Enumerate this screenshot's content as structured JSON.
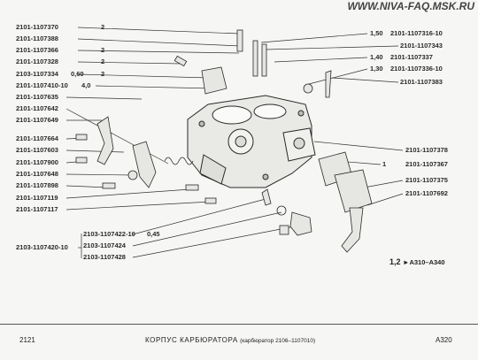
{
  "watermark": "WWW.NIVA-FAQ.MSK.RU",
  "left_labels": [
    {
      "code": "2101-1107370",
      "qty": "2"
    },
    {
      "code": "2101-1107388",
      "qty": ""
    },
    {
      "code": "2101-1107366",
      "qty": "2"
    },
    {
      "code": "2101-1107328",
      "qty": "2"
    },
    {
      "code": "2103-1107334",
      "size": "0,60",
      "qty": "2"
    },
    {
      "code": "2101-1107410-10",
      "size": "4,0",
      "qty": ""
    },
    {
      "code": "2101-1107635",
      "qty": ""
    },
    {
      "code": "2101-1107642",
      "qty": ""
    },
    {
      "code": "2101-1107649",
      "qty": ""
    },
    {
      "code": "2101-1107664",
      "qty": ""
    },
    {
      "code": "2101-1107603",
      "qty": ""
    },
    {
      "code": "2101-1107900",
      "qty": ""
    },
    {
      "code": "2101-1107648",
      "qty": ""
    },
    {
      "code": "2101-1107898",
      "qty": ""
    },
    {
      "code": "2101-1107119",
      "qty": ""
    },
    {
      "code": "2101-1107117",
      "qty": ""
    }
  ],
  "right_labels": [
    {
      "code": "2101-1107316-10",
      "size": "1,50"
    },
    {
      "code": "2101-1107343",
      "size": ""
    },
    {
      "code": "2101-1107337",
      "size": "1,40"
    },
    {
      "code": "2101-1107336-10",
      "size": "1,30"
    },
    {
      "code": "2101-1107383",
      "size": ""
    },
    {
      "code": "2101-1107378",
      "size": ""
    },
    {
      "code": "2101-1107367",
      "size": "",
      "qty": "1"
    },
    {
      "code": "2101-1107375",
      "size": ""
    },
    {
      "code": "2101-1107692",
      "size": ""
    }
  ],
  "bottom_group": {
    "main_code": "2103-1107420-10",
    "items": [
      {
        "code": "2103-1107422-10",
        "size": "0,45"
      },
      {
        "code": "2103-1107424",
        "size": ""
      },
      {
        "code": "2103-1107428",
        "size": ""
      }
    ]
  },
  "reference": {
    "numbers": "1,2",
    "arrow": "►",
    "code": "А310–А340"
  },
  "footer": {
    "left": "2121",
    "title": "КОРПУС КАРБЮРАТОРА",
    "subtitle": "(карбюратор 2106–1107010)",
    "right": "А320"
  }
}
